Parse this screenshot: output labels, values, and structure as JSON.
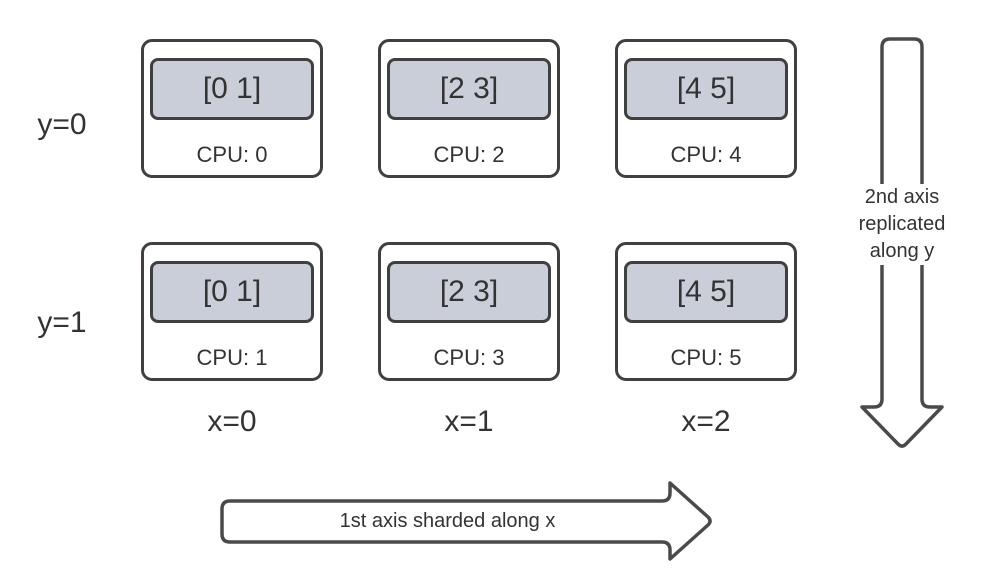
{
  "colors": {
    "box_border": "#404040",
    "arrow_stroke": "#4a4a4a",
    "chip_fill": "#c9ced8",
    "text": "#333333",
    "background": "#ffffff"
  },
  "grid": {
    "row_labels": [
      {
        "label": "y=0"
      },
      {
        "label": "y=1"
      }
    ],
    "col_labels": [
      {
        "label": "x=0"
      },
      {
        "label": "x=1"
      },
      {
        "label": "x=2"
      }
    ],
    "cards": [
      {
        "data": "[0 1]",
        "cpu": "CPU: 0"
      },
      {
        "data": "[2 3]",
        "cpu": "CPU: 2"
      },
      {
        "data": "[4 5]",
        "cpu": "CPU: 4"
      },
      {
        "data": "[0 1]",
        "cpu": "CPU: 1"
      },
      {
        "data": "[2 3]",
        "cpu": "CPU: 3"
      },
      {
        "data": "[4 5]",
        "cpu": "CPU: 5"
      }
    ]
  },
  "arrows": {
    "down": {
      "lines": [
        "2nd axis",
        "replicated",
        "along y"
      ]
    },
    "right": {
      "label": "1st axis sharded along x"
    }
  }
}
